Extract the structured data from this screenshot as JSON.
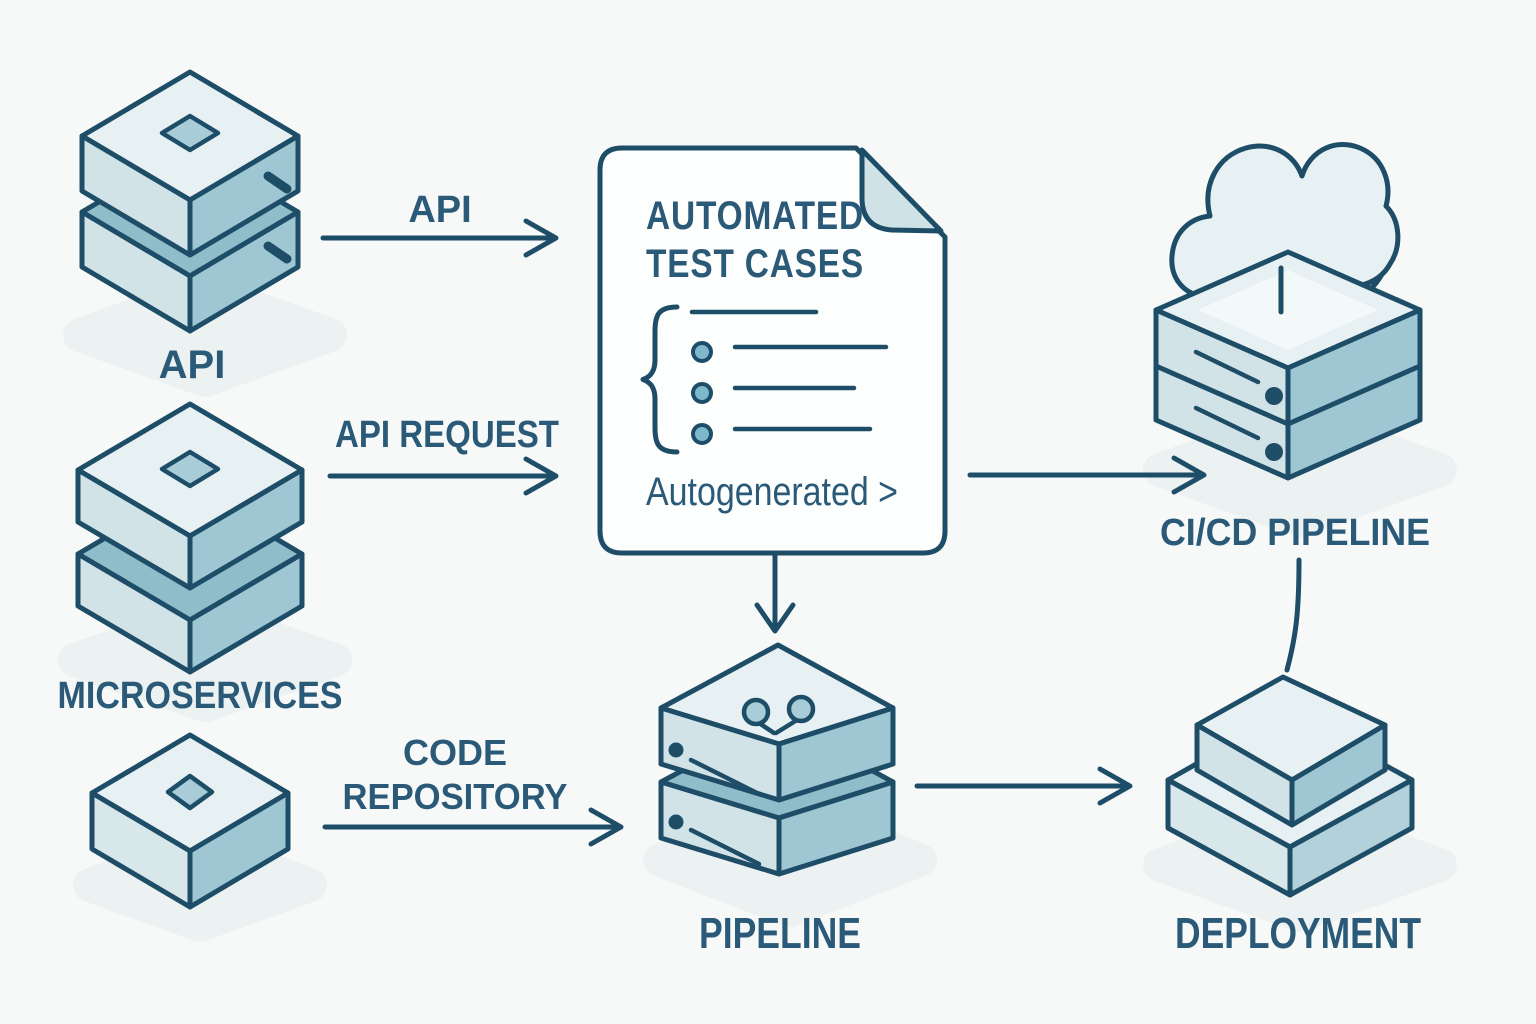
{
  "diagram": {
    "background_color": "#f7f9f9",
    "outline_color": "#1e4d68",
    "text_color": "#2b5a78",
    "accent_teal": "#9fc7d3",
    "light_face_color": "#e7f0f2",
    "band_color": "#8fbdca",
    "bullet_color": "#7db9cb",
    "document_fill": "#fdfefe",
    "fold_fill": "#cfe2e6",
    "shadow_color": "#e4ebee",
    "nodes": {
      "api": {
        "label": "API",
        "icon": "stacked-service-boxes"
      },
      "microservices": {
        "label": "MICROSERVICES",
        "icon": "stacked-service-boxes"
      },
      "code_repository_box": {
        "icon": "service-box"
      },
      "test_cases_document": {
        "title_line1": "AUTOMATED",
        "title_line2": "TEST CASES",
        "footer": "Autogenerated >",
        "list_item_count": 4,
        "bulleted_item_count": 3
      },
      "cicd_pipeline": {
        "label": "CI/CD PIPELINE",
        "icon": "cloud-over-server"
      },
      "pipeline": {
        "label": "PIPELINE",
        "icon": "stacked-servers-git-branch"
      },
      "deployment": {
        "label": "DEPLOYMENT",
        "icon": "stacked-platform-slabs"
      }
    },
    "edges": {
      "api_to_document": {
        "label": "API"
      },
      "microservices_to_document": {
        "label": "API REQUEST"
      },
      "repository_to_pipeline": {
        "label_line1": "CODE",
        "label_line2": "REPOSITORY"
      }
    }
  }
}
